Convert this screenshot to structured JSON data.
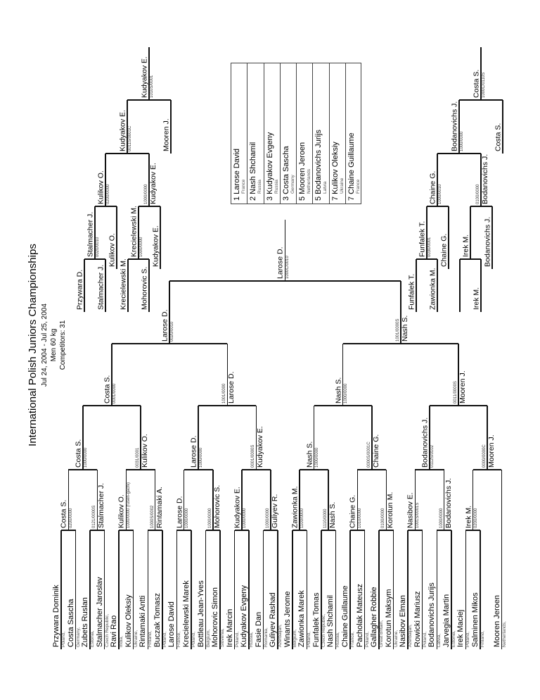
{
  "header": {
    "title": "International Polish Juniors Championships",
    "dates": "Jul 24, 2004 - Jul 25, 2004",
    "category": "Men 60 kg",
    "competitors": "Competitors: 31"
  },
  "competitors": [
    {
      "name": "Przywara Dominik",
      "country": "Poland,"
    },
    {
      "name": "Costa Sascha",
      "country": "Germany,"
    },
    {
      "name": "Zubets Ruslan",
      "country": "Estonia,"
    },
    {
      "name": "Stalmacher Jaroslav",
      "country": "Czech Republic,"
    },
    {
      "name": "Ravi Rao",
      "country": "India,"
    },
    {
      "name": "Kulikov Oleksiy",
      "country": "Ukraine,"
    },
    {
      "name": "Rintamaki Antti",
      "country": "Finland,"
    },
    {
      "name": "Buczak Tomasz",
      "country": "Poland,"
    },
    {
      "name": "Larose David",
      "country": "France,"
    },
    {
      "name": "Krecielewski Marek",
      "country": "Poland,"
    },
    {
      "name": "Bottleau Jean-Yves",
      "country": "Belgium,"
    },
    {
      "name": "Mohorovic Simon",
      "country": "Slovenia,"
    },
    {
      "name": "Irek Marcin",
      "country": "Poland,"
    },
    {
      "name": "Kudyakov Evgeny",
      "country": "Russia,"
    },
    {
      "name": "Fasie Dan",
      "country": "Romania,"
    },
    {
      "name": "Guliyev Rashad",
      "country": "Azerbaijan,"
    },
    {
      "name": "Winants Jerome",
      "country": "Belgium,"
    },
    {
      "name": "Zawionka Marek",
      "country": "Poland,"
    },
    {
      "name": "Funfalek Tomas",
      "country": "Czech Republic,"
    },
    {
      "name": "Nash Shchamil",
      "country": "Russia,"
    },
    {
      "name": "Chaine Guillaume",
      "country": "France,"
    },
    {
      "name": "Pacholak Mateusz",
      "country": "Poland,"
    },
    {
      "name": "Gallagher Robbie",
      "country": "Great Britain,"
    },
    {
      "name": "Korotun Maksym",
      "country": "Ukraine,"
    },
    {
      "name": "Nasibov Elman",
      "country": "Azerbaijan,"
    },
    {
      "name": "Rowicki Mariusz",
      "country": "Poland,"
    },
    {
      "name": "Bodanovichs Jurijs",
      "country": "Latvia,"
    },
    {
      "name": "Jarvegia Martin",
      "country": "Estonia,"
    },
    {
      "name": "Irek Maciej",
      "country": "Poland,"
    },
    {
      "name": "Salminen Mikos",
      "country": "Finland,"
    },
    {
      "name": "Mooren Jeroen",
      "country": "Netherlands,"
    }
  ],
  "main_bracket": {
    "round_1": [
      {
        "name": "Costa S.",
        "score": "0200/0000"
      },
      {
        "name": "Stalmacher J.",
        "score": "0121/0000S"
      },
      {
        "name": "Kulikov O.",
        "score": "1000/0000 (fusen-gachi)"
      },
      {
        "name": "Rintamaki A.",
        "score": "1000S/0002"
      },
      {
        "name": "Larose D.",
        "score": "1000/0000"
      },
      {
        "name": "Mohorovic S.",
        "score": "1000/0000"
      },
      {
        "name": "Kudyakov E.",
        "score": "1000/0000"
      },
      {
        "name": "Guliyev R.",
        "score": "1000/0000"
      },
      {
        "name": "Zawionka M.",
        "score": "1100/0000"
      },
      {
        "name": "Nash S.",
        "score": "1110/0000"
      },
      {
        "name": "Chaine G.",
        "score": "1010/0000"
      },
      {
        "name": "Korotun M.",
        "score": "0100/0000"
      },
      {
        "name": "Nasibov E.",
        "score": "1001S/0001S"
      },
      {
        "name": "Bodanovichs J.",
        "score": "1000/0000"
      },
      {
        "name": "Irek M.",
        "score": "0200/0000"
      }
    ],
    "round_2": [
      {
        "name": "Costa S.",
        "score": "1000/0000"
      },
      {
        "name": "Kulikov O.",
        "score": "0031/0001"
      },
      {
        "name": "Larose D.",
        "score": "1000/0000"
      },
      {
        "name": "Kudyakov E.",
        "score": "0001/0000S"
      },
      {
        "name": "Nash S.",
        "score": "1000/0000"
      },
      {
        "name": "Chaine G.",
        "score": "0000S/0001C"
      },
      {
        "name": "Bodanovichs J.",
        "score": "0112S/0102"
      },
      {
        "name": "Mooren J.",
        "score": "0000/0000C"
      }
    ],
    "round_3": [
      {
        "name": "Costa S.",
        "score": "0001/0000"
      },
      {
        "name": "Larose D.",
        "score": "1001/0000"
      },
      {
        "name": "Nash S.",
        "score": "1000/0000"
      },
      {
        "name": "Mooren J.",
        "score": "0011/0000S"
      }
    ],
    "semifinal": [
      {
        "name": "Larose D.",
        "score": "0020/0010"
      },
      {
        "name": "Nash S.",
        "score": "1001/0000S"
      }
    ],
    "final": {
      "name": "Larose D.",
      "score": "1000C/0010"
    }
  },
  "repechage": [
    {
      "entrants_l1": [
        "Przywara D.",
        "Stalmacher J.",
        "Krecielewski M.",
        "Mohorovic S."
      ],
      "winners_l1": [
        {
          "name": "Stalmacher J.",
          "score": "0020/0010"
        },
        {
          "name": "Krecielewski M.",
          "score": "1000/0000"
        }
      ],
      "entrants_l2": [
        "Kulikov O.",
        "Kudyakov E."
      ],
      "winners_l2": [
        {
          "name": "Kulikov O.",
          "score": "0200/0000"
        },
        {
          "name": "Kudyakov E.",
          "score": "1000/0000"
        }
      ],
      "winner_l3": {
        "name": "Kudyakov E.",
        "score": "0011S/0001C"
      },
      "entrant_l4": "Mooren J.",
      "winner_l4": {
        "name": "Kudyakov E.",
        "score": "1010S/0001"
      }
    },
    {
      "entrants_l1": [
        "Funfalek T.",
        "Zawionka M.",
        "",
        "Irek M."
      ],
      "winners_l1": [
        {
          "name": "Funfalek T.",
          "score": "0030/0001"
        },
        {
          "name": "Irek M.",
          "score": ""
        }
      ],
      "entrants_l2": [
        "Chaine G.",
        "Bodanovichs J."
      ],
      "winners_l2": [
        {
          "name": "Chaine G.",
          "score": "1000/0010"
        },
        {
          "name": "Bodanovichs J.",
          "score": "0100/0000"
        }
      ],
      "winner_l3": {
        "name": "Bodanovichs J.",
        "score": "1000/0000"
      },
      "entrant_l4": "Costa S.",
      "winner_l4": {
        "name": "Costa S.",
        "score": "1000C/0110S"
      }
    }
  ],
  "results": [
    {
      "place": "1",
      "name": "Larose David",
      "country": "France"
    },
    {
      "place": "2",
      "name": "Nash Shchamil",
      "country": "Russia"
    },
    {
      "place": "3",
      "name": "Kudyakov Evgeny",
      "country": "Russia"
    },
    {
      "place": "3",
      "name": "Costa Sascha",
      "country": "Germany"
    },
    {
      "place": "5",
      "name": "Mooren Jeroen",
      "country": "Netherlands"
    },
    {
      "place": "5",
      "name": "Bodanovichs Jurijs",
      "country": "Latvia"
    },
    {
      "place": "7",
      "name": "Kulikov Oleksiy",
      "country": "Ukraine"
    },
    {
      "place": "7",
      "name": "Chaine Guillaume",
      "country": "France"
    }
  ]
}
